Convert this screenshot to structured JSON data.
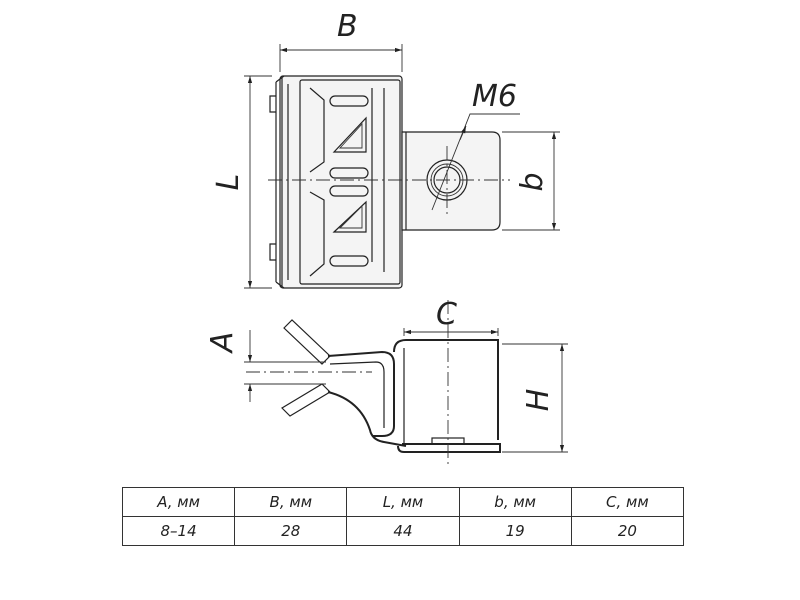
{
  "labels": {
    "B": "B",
    "L": "L",
    "b": "b",
    "thread": "M6",
    "A": "A",
    "C": "C",
    "H": "H"
  },
  "table": {
    "headers": [
      "A, мм",
      "B, мм",
      "L, мм",
      "b, мм",
      "C, мм"
    ],
    "values": [
      "8–14",
      "28",
      "44",
      "19",
      "20"
    ]
  }
}
